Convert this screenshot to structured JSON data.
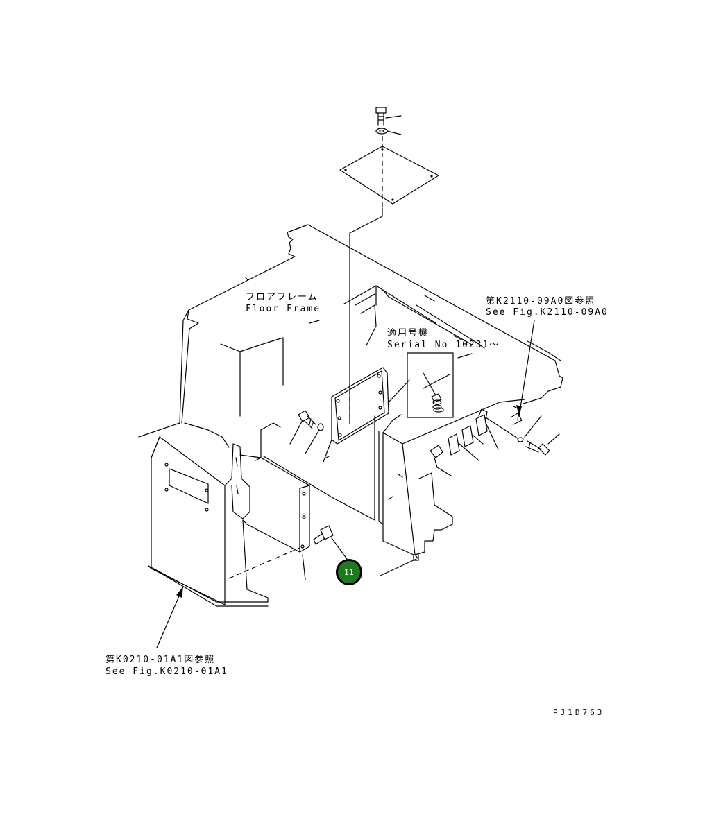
{
  "labels": {
    "floor_frame_jp": "フロアフレーム",
    "floor_frame_en": "Floor Frame",
    "serial_jp": "適用号機",
    "serial_en": "Serial No 10231～",
    "ref_right_jp": "第K2110-09A0図参照",
    "ref_right_en": "See Fig.K2110-09A0",
    "ref_left_jp": "第K0210-01A1図参照",
    "ref_left_en": "See Fig.K0210-01A1",
    "drawing_code": "PJ1D763"
  },
  "callouts": [
    {
      "number": "11"
    }
  ],
  "colors": {
    "callout_fill": "#1f7a1f",
    "line": "#000000",
    "background": "#ffffff"
  }
}
